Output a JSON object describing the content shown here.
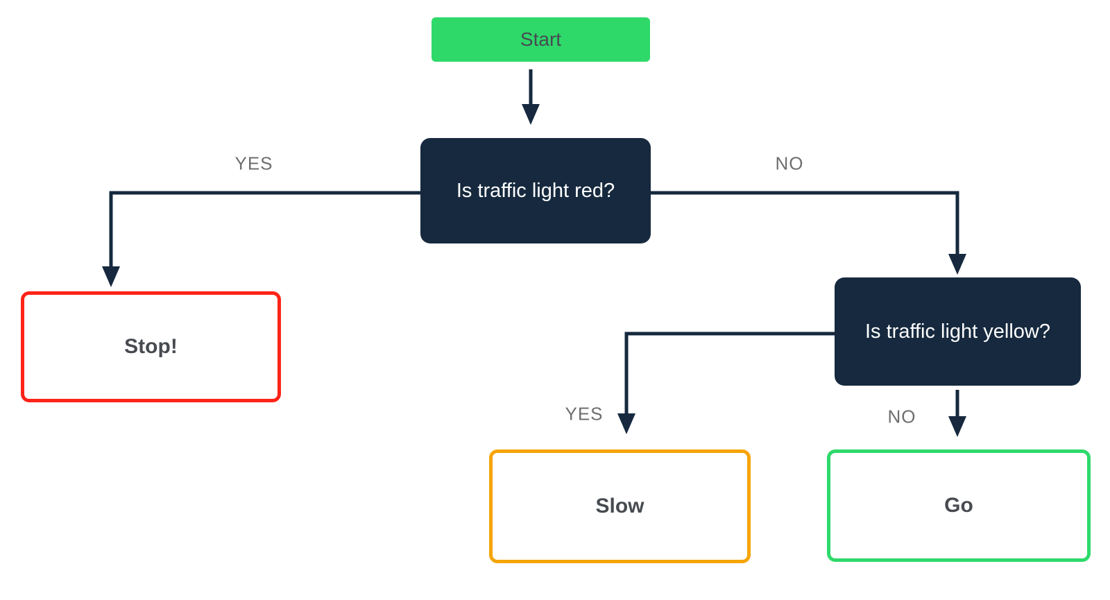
{
  "colors": {
    "green": "#2ED96A",
    "navy": "#16293E",
    "red": "#FF2317",
    "orange": "#F5A408",
    "edge_label": "#6E6E6E",
    "text_dark": "#474B50",
    "background": "#FFFFFF"
  },
  "nodes": {
    "start": {
      "label": "Start"
    },
    "question_red": {
      "label": "Is traffic light red?"
    },
    "stop": {
      "label": "Stop!"
    },
    "question_yellow": {
      "label": "Is traffic light yellow?"
    },
    "slow": {
      "label": "Slow"
    },
    "go": {
      "label": "Go"
    }
  },
  "edges": {
    "red_yes": {
      "label": "YES"
    },
    "red_no": {
      "label": "NO"
    },
    "yellow_yes": {
      "label": "YES"
    },
    "yellow_no": {
      "label": "NO"
    }
  }
}
